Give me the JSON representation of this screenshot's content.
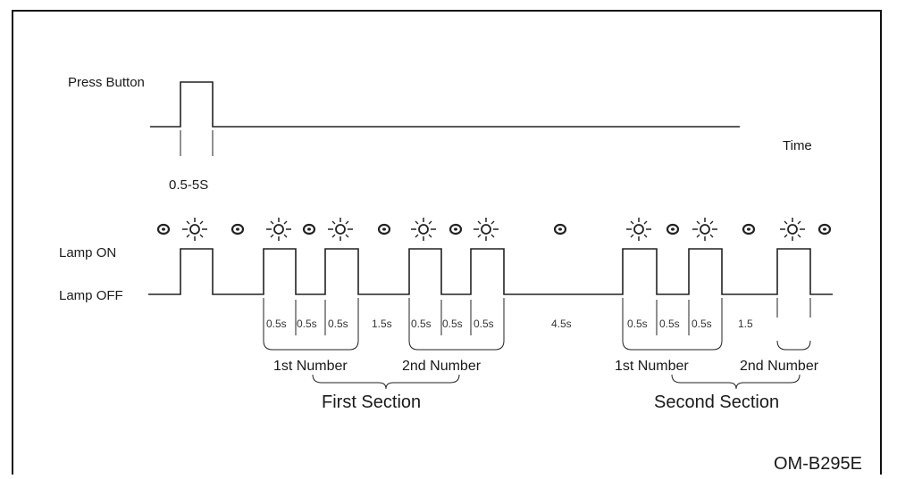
{
  "labels": {
    "press_button": "Press Button",
    "time": "Time",
    "press_duration": "0.5-5S",
    "lamp_on": "Lamp ON",
    "lamp_off": "Lamp OFF",
    "first_number_a": "1st Number",
    "second_number_a": "2nd Number",
    "first_number_b": "1st Number",
    "second_number_b": "2nd Number",
    "first_section": "First Section",
    "second_section": "Second Section",
    "figure_code": "OM-B295E"
  },
  "intervals": {
    "p1": "0.5s",
    "p2": "0.5s",
    "p3": "0.5s",
    "p4": "1.5s",
    "p5": "0.5s",
    "p6": "0.5s",
    "p7": "0.5s",
    "p8": "4.5s",
    "p9": "0.5s",
    "p10": "0.5s",
    "p11": "0.5s",
    "p12": "1.5"
  },
  "icons": {
    "lamp_off_icon": "lamp-off-icon",
    "lamp_on_icon": "lamp-on-icon"
  }
}
